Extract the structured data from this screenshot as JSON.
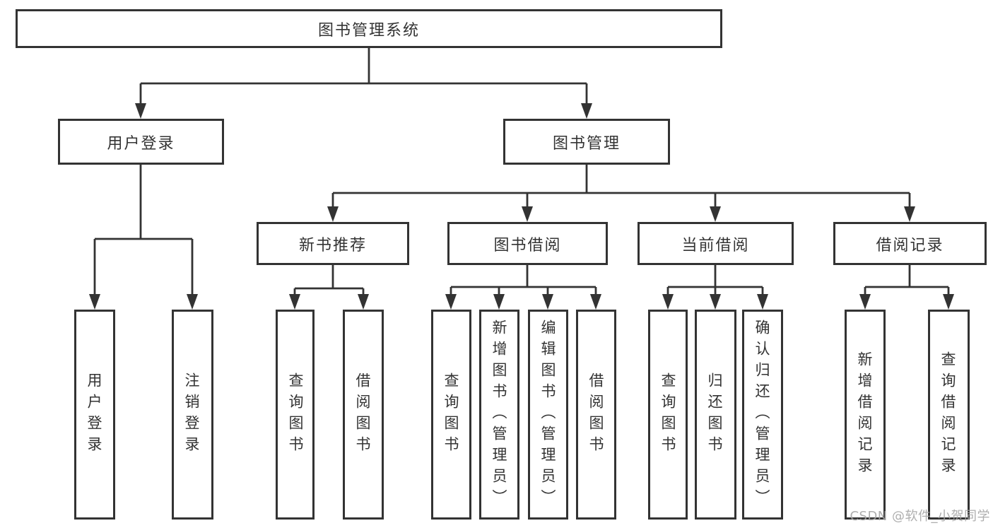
{
  "colors": {
    "line": "#333333",
    "box_border": "#333333",
    "text": "#333333",
    "background": "#ffffff",
    "watermark": "#a6a6a6"
  },
  "watermark": {
    "text": "CSDN @软件_小贺同学"
  },
  "diagram": {
    "type": "hierarchy",
    "title": "图书管理系统",
    "nodes": {
      "root": {
        "label": "图书管理系统"
      },
      "user_login": {
        "label": "用户登录"
      },
      "book_mgmt": {
        "label": "图书管理"
      },
      "new_books": {
        "label": "新书推荐"
      },
      "book_borrow": {
        "label": "图书借阅"
      },
      "current_borrow": {
        "label": "当前借阅"
      },
      "borrow_records": {
        "label": "借阅记录"
      },
      "leaf_user_login": {
        "label": "用户登录"
      },
      "leaf_logout": {
        "label": "注销登录"
      },
      "nb_query_books": {
        "label": "查询图书"
      },
      "nb_borrow_books": {
        "label": "借阅图书"
      },
      "bw_query_books": {
        "label": "查询图书"
      },
      "bw_add_books": {
        "label": "新增图书（管理员）"
      },
      "bw_edit_books": {
        "label": "编辑图书（管理员）"
      },
      "bw_borrow_books": {
        "label": "借阅图书"
      },
      "cur_query_books": {
        "label": "查询图书"
      },
      "cur_return_books": {
        "label": "归还图书"
      },
      "cur_confirm_return": {
        "label": "确认归还（管理员）"
      },
      "rec_add_record": {
        "label": "新增借阅记录"
      },
      "rec_query_record": {
        "label": "查询借阅记录"
      }
    },
    "edges": [
      [
        "root",
        "user_login"
      ],
      [
        "root",
        "book_mgmt"
      ],
      [
        "user_login",
        "leaf_user_login"
      ],
      [
        "user_login",
        "leaf_logout"
      ],
      [
        "book_mgmt",
        "new_books"
      ],
      [
        "book_mgmt",
        "book_borrow"
      ],
      [
        "book_mgmt",
        "current_borrow"
      ],
      [
        "book_mgmt",
        "borrow_records"
      ],
      [
        "new_books",
        "nb_query_books"
      ],
      [
        "new_books",
        "nb_borrow_books"
      ],
      [
        "book_borrow",
        "bw_query_books"
      ],
      [
        "book_borrow",
        "bw_add_books"
      ],
      [
        "book_borrow",
        "bw_edit_books"
      ],
      [
        "book_borrow",
        "bw_borrow_books"
      ],
      [
        "current_borrow",
        "cur_query_books"
      ],
      [
        "current_borrow",
        "cur_return_books"
      ],
      [
        "current_borrow",
        "cur_confirm_return"
      ],
      [
        "borrow_records",
        "rec_add_record"
      ],
      [
        "borrow_records",
        "rec_query_record"
      ]
    ]
  }
}
